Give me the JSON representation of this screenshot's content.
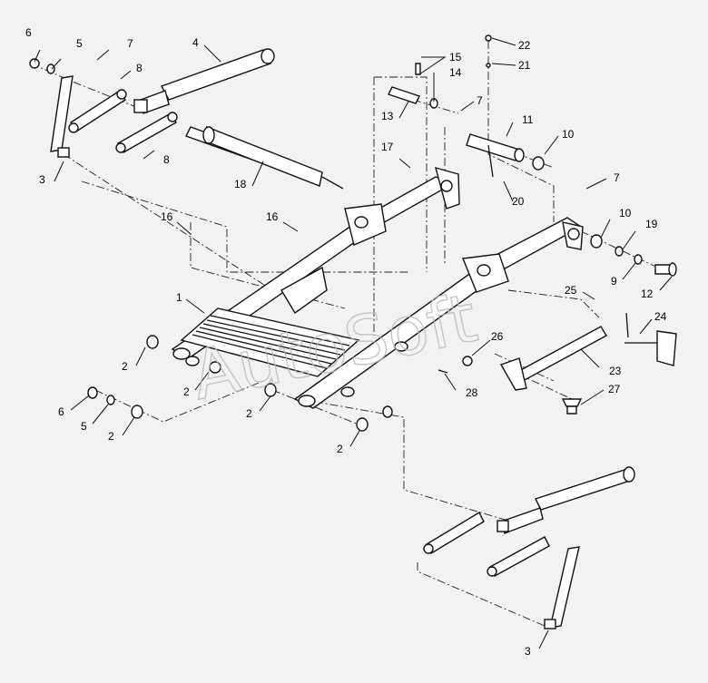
{
  "watermark": "AutoSoft",
  "callouts": [
    {
      "id": "c6a",
      "text": "6"
    },
    {
      "id": "c5a",
      "text": "5"
    },
    {
      "id": "c7a",
      "text": "7"
    },
    {
      "id": "c4",
      "text": "4"
    },
    {
      "id": "c8a",
      "text": "8"
    },
    {
      "id": "c8b",
      "text": "8"
    },
    {
      "id": "c3a",
      "text": "3"
    },
    {
      "id": "c18",
      "text": "18"
    },
    {
      "id": "c15",
      "text": "15"
    },
    {
      "id": "c14",
      "text": "14"
    },
    {
      "id": "c13",
      "text": "13"
    },
    {
      "id": "c7b",
      "text": "7"
    },
    {
      "id": "c22",
      "text": "22"
    },
    {
      "id": "c21",
      "text": "21"
    },
    {
      "id": "c11",
      "text": "11"
    },
    {
      "id": "c10a",
      "text": "10"
    },
    {
      "id": "c17",
      "text": "17"
    },
    {
      "id": "c20",
      "text": "20"
    },
    {
      "id": "c7c",
      "text": "7"
    },
    {
      "id": "c16a",
      "text": "16"
    },
    {
      "id": "c16b",
      "text": "16"
    },
    {
      "id": "c10b",
      "text": "10"
    },
    {
      "id": "c19",
      "text": "19"
    },
    {
      "id": "c9",
      "text": "9"
    },
    {
      "id": "c12",
      "text": "12"
    },
    {
      "id": "c1",
      "text": "1"
    },
    {
      "id": "c25",
      "text": "25"
    },
    {
      "id": "c24",
      "text": "24"
    },
    {
      "id": "c26",
      "text": "26"
    },
    {
      "id": "c23",
      "text": "23"
    },
    {
      "id": "c2a",
      "text": "2"
    },
    {
      "id": "c2b",
      "text": "2"
    },
    {
      "id": "c28",
      "text": "28"
    },
    {
      "id": "c27",
      "text": "27"
    },
    {
      "id": "c6b",
      "text": "6"
    },
    {
      "id": "c5b",
      "text": "5"
    },
    {
      "id": "c2c",
      "text": "2"
    },
    {
      "id": "c2d",
      "text": "2"
    },
    {
      "id": "c2e",
      "text": "2"
    },
    {
      "id": "c3b",
      "text": "3"
    }
  ]
}
